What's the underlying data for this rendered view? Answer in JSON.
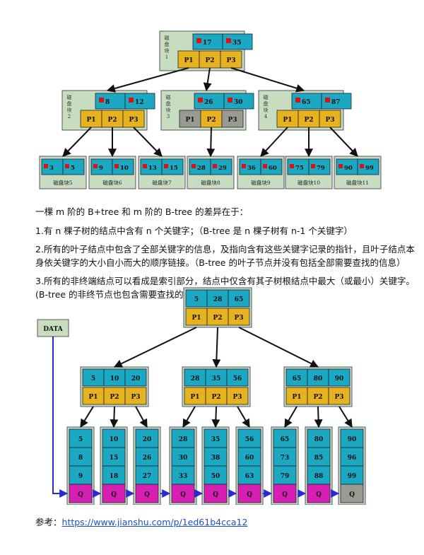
{
  "figure1": {
    "root": {
      "label": "磁盘块1",
      "keys": [
        "17",
        "35"
      ],
      "pointers": [
        "P1",
        "P2",
        "P3"
      ]
    },
    "mid": [
      {
        "label": "磁盘块2",
        "keys": [
          "8",
          "12"
        ],
        "pointers": [
          "P1",
          "P2",
          "P3"
        ]
      },
      {
        "label": "磁盘块3",
        "keys": [
          "26",
          "30"
        ],
        "pointers": [
          "P1",
          "P2",
          "P3"
        ]
      },
      {
        "label": "磁盘块4",
        "keys": [
          "65",
          "87"
        ],
        "pointers": [
          "P1",
          "P2",
          "P3"
        ]
      }
    ],
    "leaves": [
      {
        "label": "磁盘块5",
        "keys": [
          "3",
          "5"
        ]
      },
      {
        "label": "磁盘块6",
        "keys": [
          "9",
          "10"
        ]
      },
      {
        "label": "磁盘块7",
        "keys": [
          "13",
          "15"
        ]
      },
      {
        "label": "磁盘块8",
        "keys": [
          "28",
          "29"
        ]
      },
      {
        "label": "磁盘块9",
        "keys": [
          "36",
          "60"
        ]
      },
      {
        "label": "磁盘块10",
        "keys": [
          "75",
          "79"
        ]
      },
      {
        "label": "磁盘块11",
        "keys": [
          "90",
          "99"
        ]
      }
    ]
  },
  "text": {
    "intro": "一棵 m 阶的 B+tree 和 m 阶的 B-tree 的差异在于：",
    "p1": "1.有 n 棵子树的结点中含有 n 个关键字；（B-tree 是 n 棵子树有 n-1 个关键字）",
    "p2_line1": "2.所有的叶子结点中包含了全部关键字的信息，及指向含有这些关键字记录的指针，且叶子结点本",
    "p2_line2": "身依关键字的大小自小而大的顺序链接。（B-tree 的叶子节点并没有包括全部需要查找的信息）",
    "p3_line1": "3.所有的非终端结点可以看成是索引部分，结点中仅含有其子树根结点中最大（或最小）关键字。",
    "p3_line2": "(B-tree 的非终节点也包含需要查找的有效信息)"
  },
  "figure2": {
    "data_label": "DATA",
    "root": {
      "keys": [
        "5",
        "28",
        "65"
      ],
      "pointers": [
        "P1",
        "P2",
        "P3"
      ]
    },
    "mid": [
      {
        "keys": [
          "5",
          "10",
          "20"
        ],
        "pointers": [
          "P1",
          "P2",
          "P3"
        ]
      },
      {
        "keys": [
          "28",
          "35",
          "56"
        ],
        "pointers": [
          "P1",
          "P2",
          "P3"
        ]
      },
      {
        "keys": [
          "65",
          "80",
          "90"
        ],
        "pointers": [
          "P1",
          "P2",
          "P3"
        ]
      }
    ],
    "leaves": [
      {
        "keys": [
          "5",
          "8",
          "9"
        ],
        "q": "Q"
      },
      {
        "keys": [
          "10",
          "15",
          "18"
        ],
        "q": "Q"
      },
      {
        "keys": [
          "20",
          "26",
          "27"
        ],
        "q": "Q"
      },
      {
        "keys": [
          "28",
          "30",
          "33"
        ],
        "q": "Q"
      },
      {
        "keys": [
          "35",
          "38",
          "50"
        ],
        "q": "Q"
      },
      {
        "keys": [
          "56",
          "60",
          "63"
        ],
        "q": "Q"
      },
      {
        "keys": [
          "65",
          "73",
          "79"
        ],
        "q": "Q"
      },
      {
        "keys": [
          "80",
          "85",
          "88"
        ],
        "q": "Q"
      },
      {
        "keys": [
          "90",
          "96",
          "99"
        ],
        "q": "Q"
      }
    ]
  },
  "reference": {
    "label": "参考：",
    "url": "https://www.jianshu.com/p/1ed61b4cca12"
  },
  "colors": {
    "key_cell": "#1aa8c2",
    "pointer_cell": "#e6b21e",
    "null_cell": "#9a9a92",
    "block_bg": "#c8dcc0",
    "q_cell": "#d81fb4",
    "red_marker": "#e01010",
    "data_link": "#2a2ad0",
    "link": "#1a4fd6"
  }
}
